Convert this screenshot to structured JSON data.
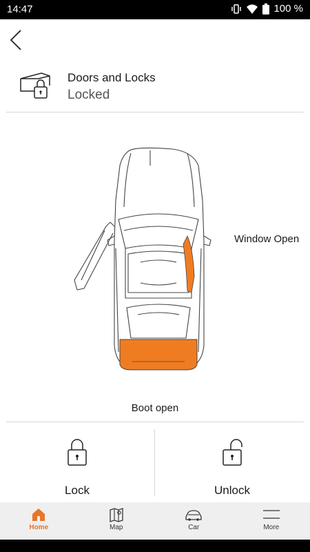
{
  "status_bar": {
    "time": "14:47",
    "battery": "100 %"
  },
  "header": {
    "title": "Doors and Locks",
    "subtitle": "Locked"
  },
  "car_view": {
    "window_label": "Window Open",
    "boot_label": "Boot open",
    "highlight_color": "#f07c22"
  },
  "actions": [
    {
      "label": "Lock",
      "icon": "padlock-closed-icon"
    },
    {
      "label": "Unlock",
      "icon": "padlock-open-icon"
    }
  ],
  "bottom_nav": {
    "active_color": "#e8742a",
    "items": [
      {
        "label": "Home",
        "icon": "home-icon",
        "active": true
      },
      {
        "label": "Map",
        "icon": "map-icon",
        "active": false
      },
      {
        "label": "Car",
        "icon": "car-icon",
        "active": false
      },
      {
        "label": "More",
        "icon": "menu-icon",
        "active": false
      }
    ]
  }
}
